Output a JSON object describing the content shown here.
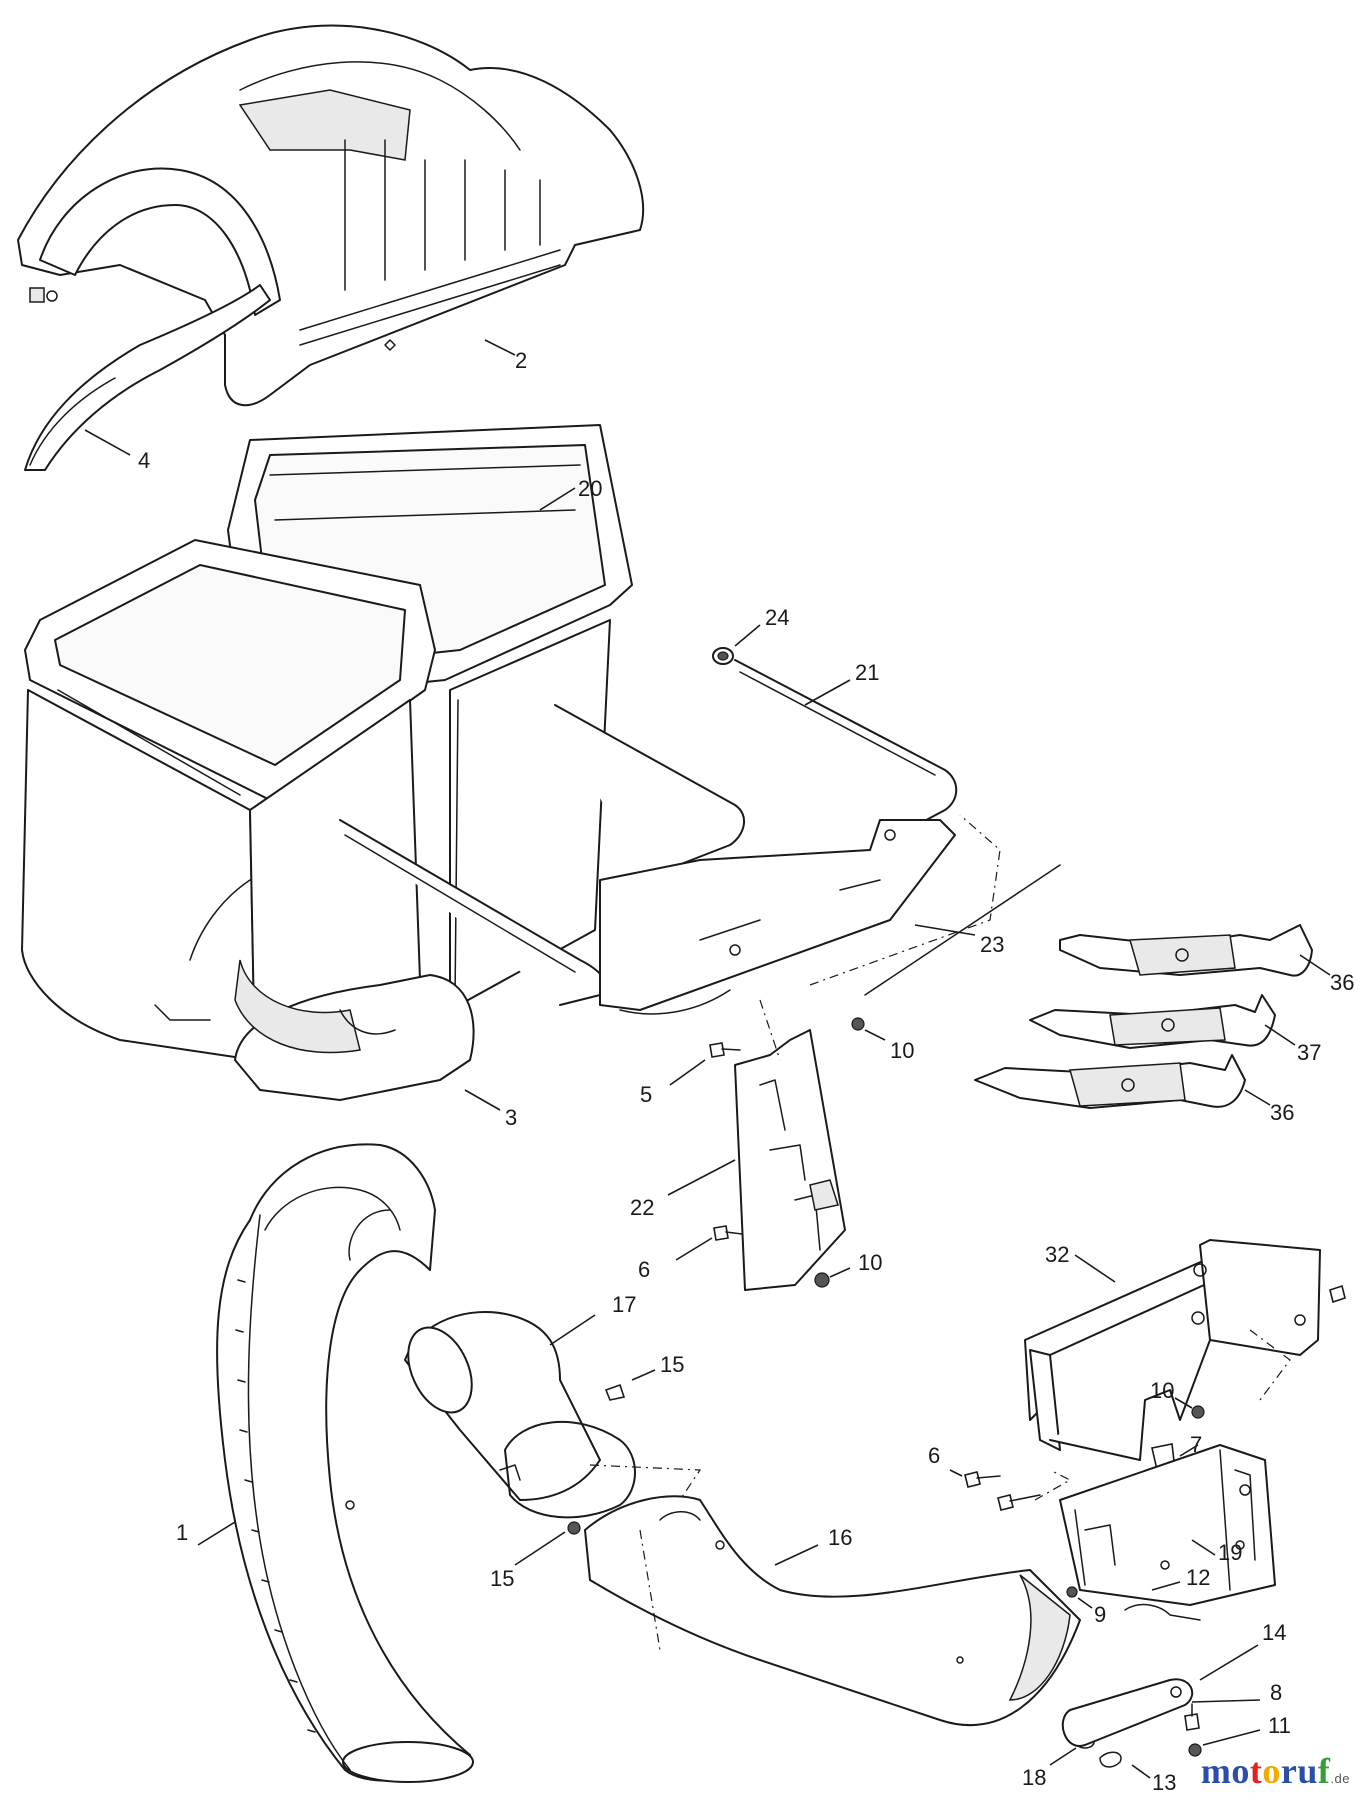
{
  "callouts": [
    {
      "id": "c1",
      "label": "1"
    },
    {
      "id": "c2",
      "label": "2"
    },
    {
      "id": "c3",
      "label": "3"
    },
    {
      "id": "c4",
      "label": "4"
    },
    {
      "id": "c5",
      "label": "5"
    },
    {
      "id": "c6a",
      "label": "6"
    },
    {
      "id": "c6b",
      "label": "6"
    },
    {
      "id": "c7",
      "label": "7"
    },
    {
      "id": "c8",
      "label": "8"
    },
    {
      "id": "c9",
      "label": "9"
    },
    {
      "id": "c10a",
      "label": "10"
    },
    {
      "id": "c10b",
      "label": "10"
    },
    {
      "id": "c10c",
      "label": "10"
    },
    {
      "id": "c11",
      "label": "11"
    },
    {
      "id": "c12",
      "label": "12"
    },
    {
      "id": "c13",
      "label": "13"
    },
    {
      "id": "c14",
      "label": "14"
    },
    {
      "id": "c15a",
      "label": "15"
    },
    {
      "id": "c15b",
      "label": "15"
    },
    {
      "id": "c16",
      "label": "16"
    },
    {
      "id": "c17",
      "label": "17"
    },
    {
      "id": "c18",
      "label": "18"
    },
    {
      "id": "c19",
      "label": "19"
    },
    {
      "id": "c20",
      "label": "20"
    },
    {
      "id": "c21",
      "label": "21"
    },
    {
      "id": "c22",
      "label": "22"
    },
    {
      "id": "c23",
      "label": "23"
    },
    {
      "id": "c24",
      "label": "24"
    },
    {
      "id": "c32",
      "label": "32"
    },
    {
      "id": "c36a",
      "label": "36"
    },
    {
      "id": "c36b",
      "label": "36"
    },
    {
      "id": "c37",
      "label": "37"
    }
  ],
  "watermark": {
    "letters": [
      "m",
      "o",
      "t",
      "o",
      "r",
      "u",
      "f"
    ],
    "letter_colors": [
      "#2b4fa8",
      "#2b4fa8",
      "#e2231a",
      "#f2a900",
      "#2b4fa8",
      "#2b4fa8",
      "#3a9b3a"
    ],
    "tld": ".de"
  }
}
